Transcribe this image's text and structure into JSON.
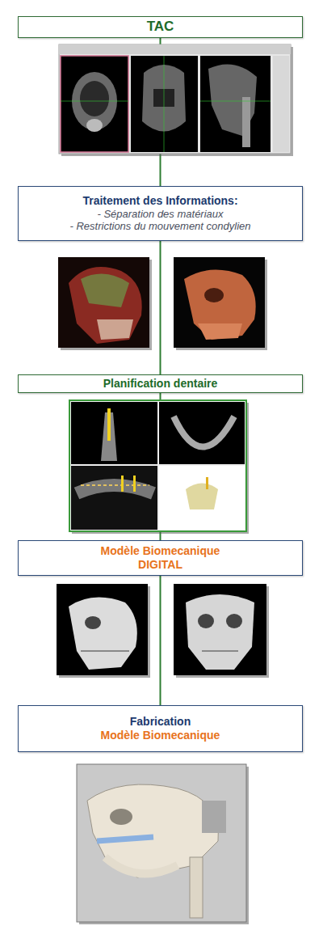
{
  "diagram": {
    "nodes": [
      {
        "text": [
          "TAC"
        ]
      },
      {
        "text": [
          "Traitement des Informations:",
          "- Séparation des matériaux",
          "- Restrictions du mouvement condylien"
        ]
      },
      {
        "text": [
          "Planification dentaire"
        ]
      },
      {
        "text": [
          "Modèle Biomecanique DIGITAL"
        ]
      },
      {
        "text": [
          "Fabrication",
          "Modèle Biomecanique"
        ]
      }
    ],
    "edges": [
      {
        "from": 0,
        "to": 1,
        "arrow": "none"
      },
      {
        "from": 1,
        "to": 2,
        "arrow": "none"
      },
      {
        "from": 2,
        "to": 3,
        "arrow": "none"
      },
      {
        "from": 3,
        "to": 4,
        "arrow": "none"
      }
    ]
  }
}
